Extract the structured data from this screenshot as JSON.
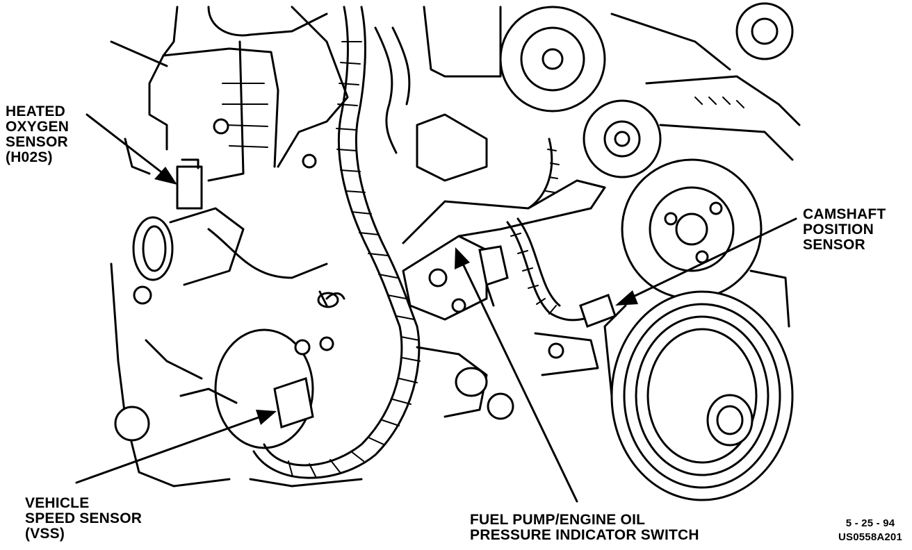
{
  "labels": {
    "ho2s": [
      "HEATED",
      "OXYGEN",
      "SENSOR",
      "(H02S)"
    ],
    "camshaft": [
      "CAMSHAFT",
      "POSITION",
      "SENSOR"
    ],
    "vss": [
      "VEHICLE",
      "SPEED SENSOR",
      "(VSS)"
    ],
    "fuel_pump": [
      "FUEL PUMP/ENGINE OIL",
      "PRESSURE INDICATOR SWITCH"
    ]
  },
  "figure": {
    "date": "5 - 25 - 94",
    "code": "US0558A201"
  }
}
